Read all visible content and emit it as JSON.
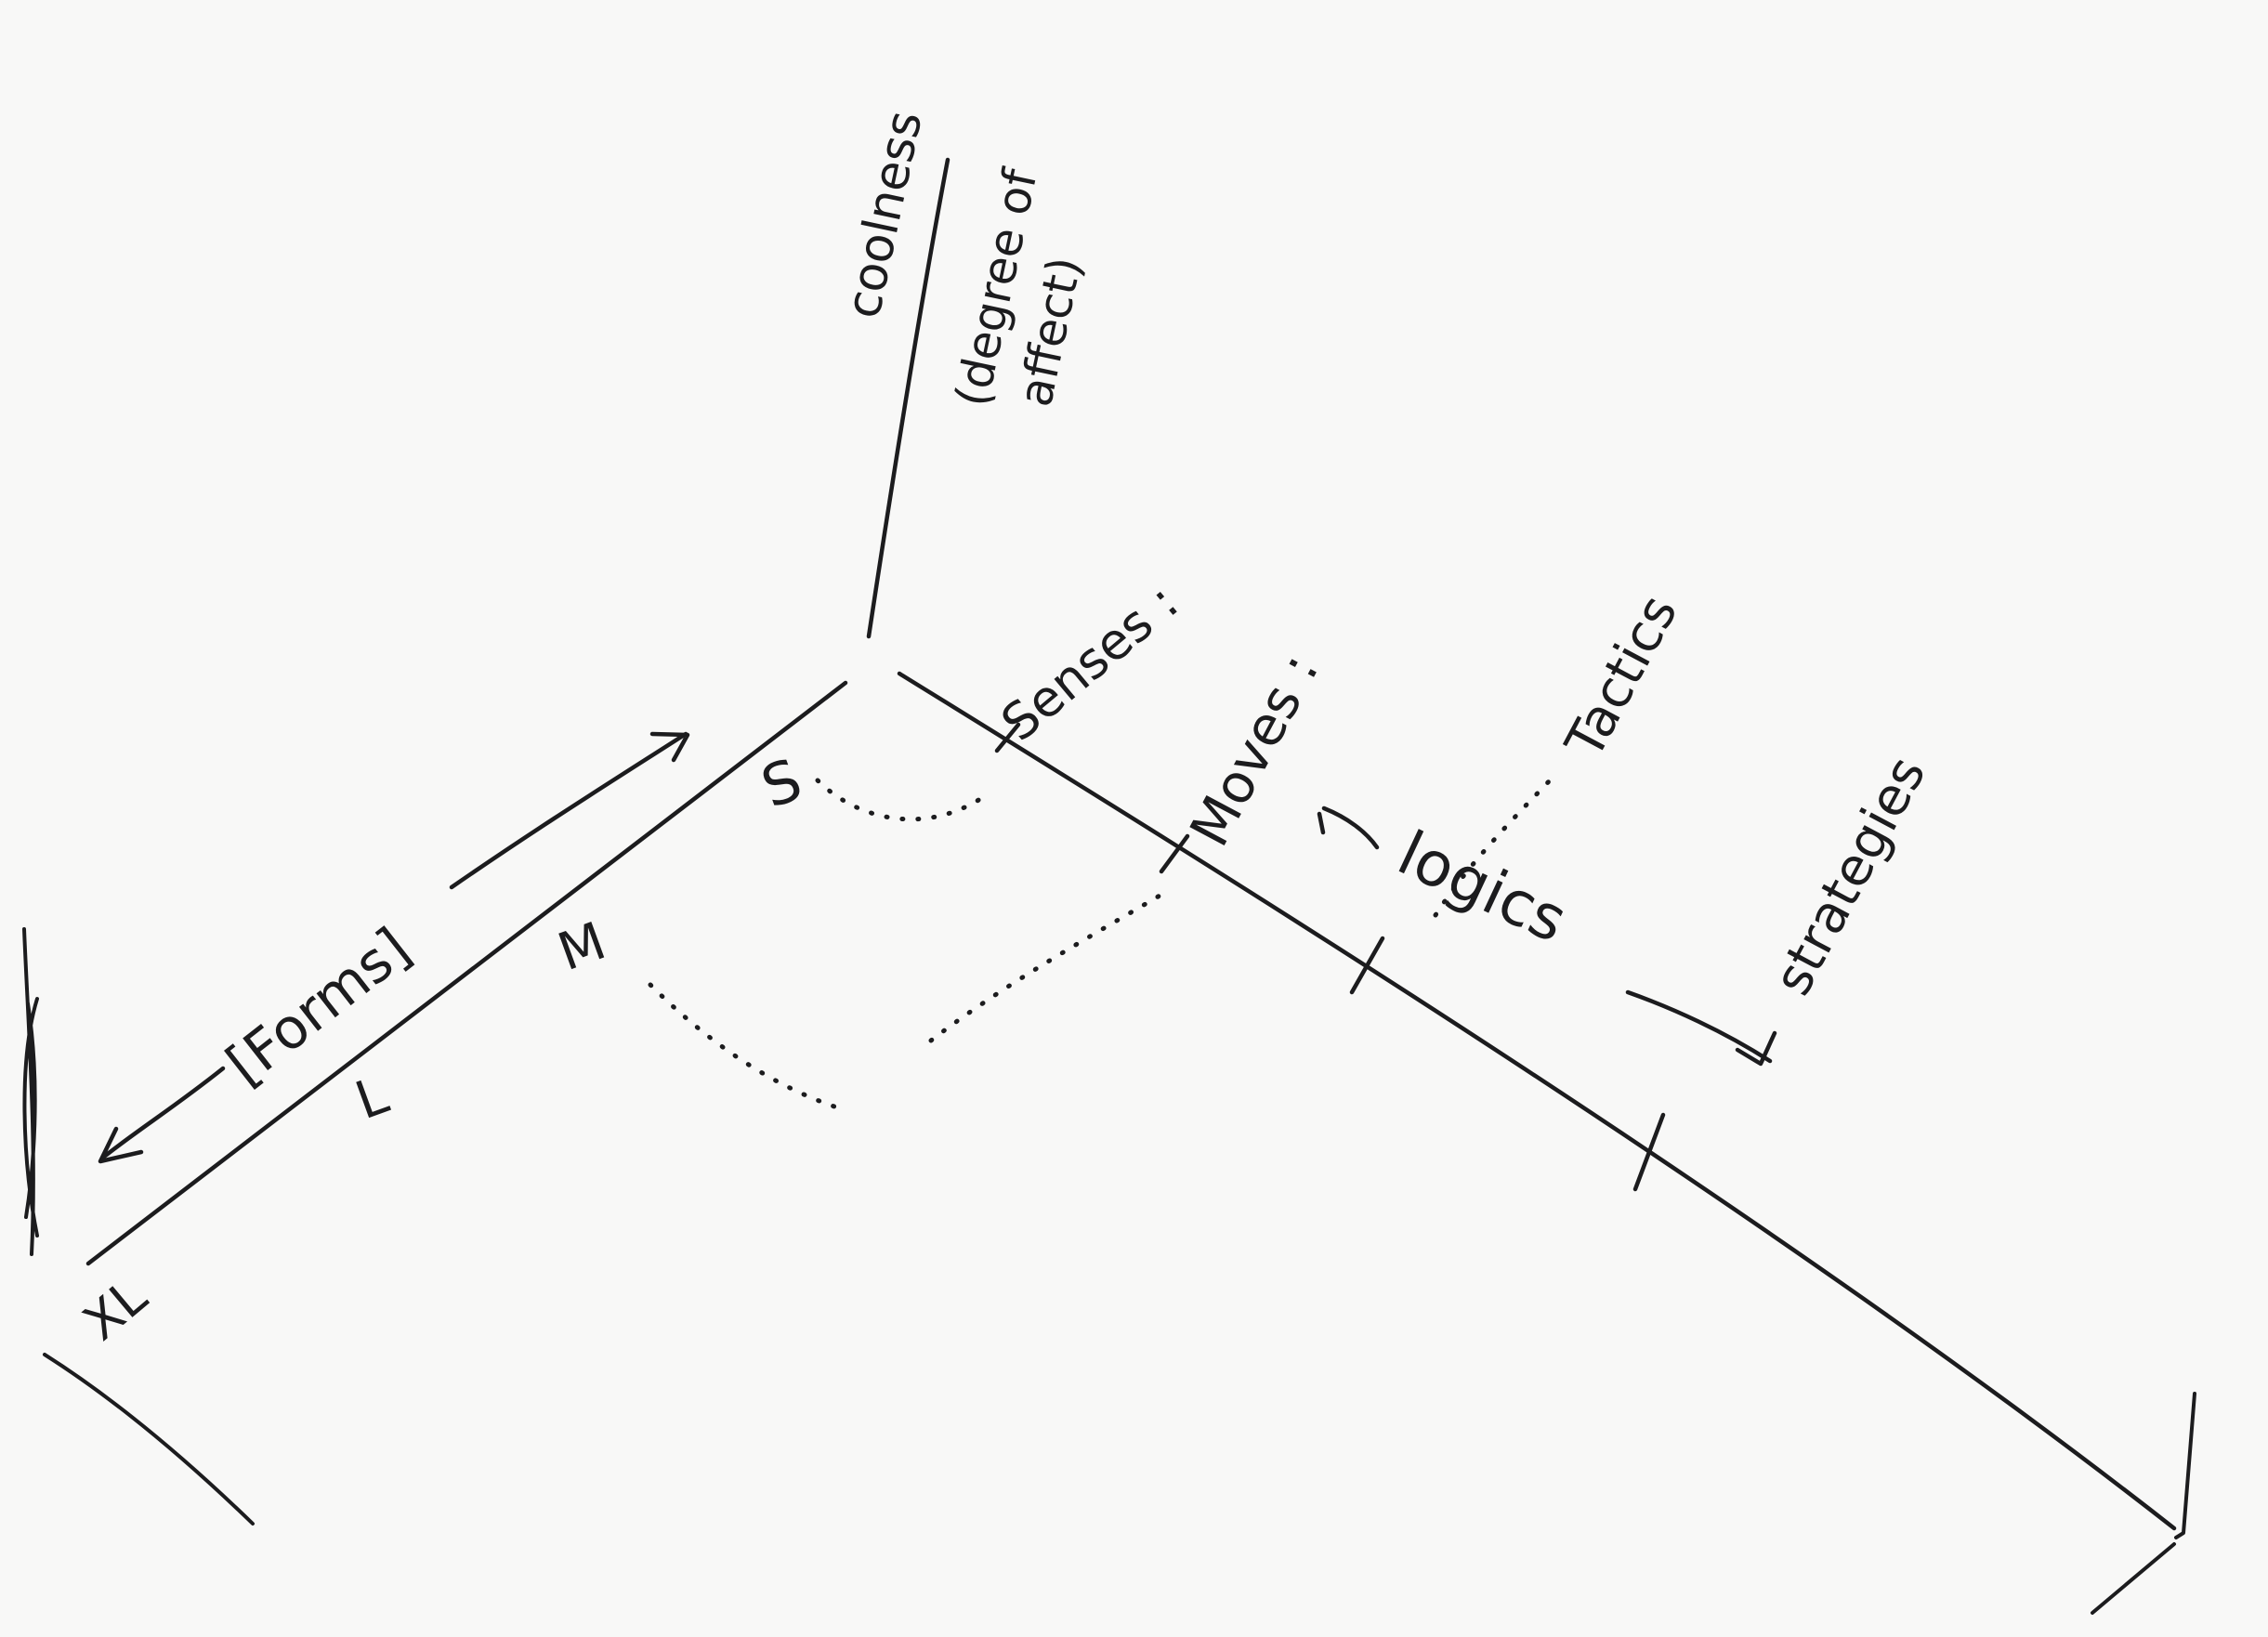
{
  "labels": {
    "coolness": "coolness",
    "degree_of_affect": "(degree of",
    "degree_of_affect_2": "affect)",
    "forms": "[Forms]",
    "size_s": "S",
    "size_m": "M",
    "size_l": "L",
    "size_xl": "XL",
    "senses": "Senses :",
    "moves": "Moves :",
    "tactics": "Tactics",
    "logics": "logics",
    "strategies": "strategies"
  },
  "colors": {
    "ink": "#1c1c1e",
    "paper": "#f8f8f7"
  }
}
